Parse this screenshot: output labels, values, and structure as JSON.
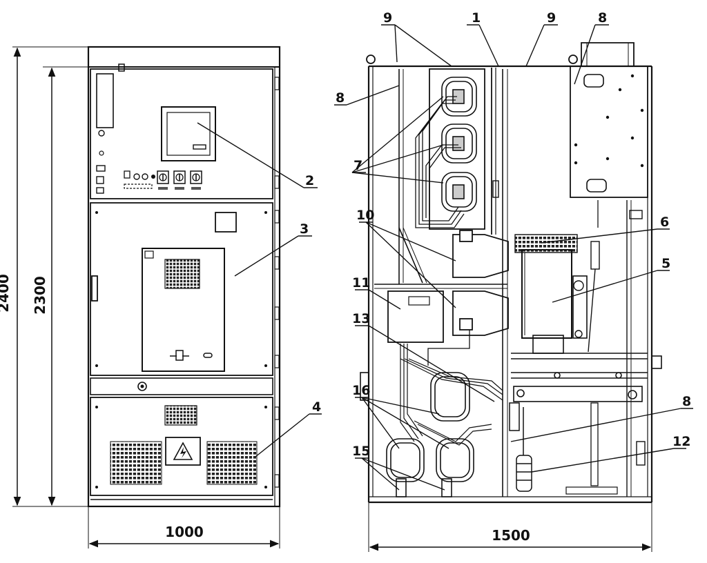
{
  "dimensions": {
    "height_outer": "2400",
    "height_inner": "2300",
    "width_front": "1000",
    "width_side": "1500"
  },
  "callouts": {
    "c1": "1",
    "c2": "2",
    "c3": "3",
    "c4": "4",
    "c5": "5",
    "c6": "6",
    "c7": "7",
    "c8a": "8",
    "c8b": "8",
    "c8c": "8",
    "c9a": "9",
    "c9b": "9",
    "c10": "10",
    "c11": "11",
    "c12": "12",
    "c13": "13",
    "c15": "15",
    "c16": "16"
  },
  "icons": {
    "warning": "high-voltage-warning-icon"
  }
}
